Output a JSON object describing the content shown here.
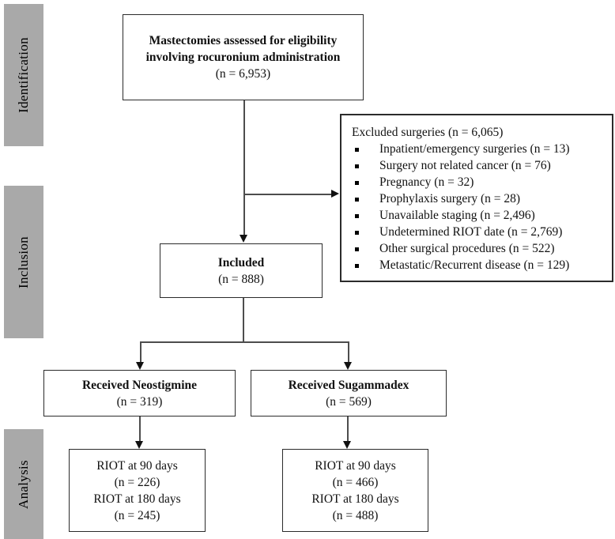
{
  "diagram": {
    "stages": {
      "identification": "Identification",
      "inclusion": "Inclusion",
      "analysis": "Analysis"
    },
    "boxes": {
      "assessed": {
        "title_line1": "Mastectomies assessed for eligibility",
        "title_line2": "involving rocuronium administration",
        "n": "(n = 6,953)"
      },
      "excluded": {
        "title_bold": "Excluded surgeries (",
        "title_rest": "n = 6,065)",
        "items": [
          "Inpatient/emergency surgeries (n = 13)",
          "Surgery not related cancer (n = 76)",
          "Pregnancy (n = 32)",
          "Prophylaxis surgery (n = 28)",
          "Unavailable staging (n = 2,496)",
          "Undetermined RIOT date (n = 2,769)",
          "Other surgical procedures (n = 522)",
          "Metastatic/Recurrent disease (n = 129)"
        ]
      },
      "included": {
        "title": "Included",
        "n": "(n = 888)"
      },
      "neostigmine": {
        "title": "Received Neostigmine",
        "n": "(n = 319)"
      },
      "sugammadex": {
        "title": "Received Sugammadex",
        "n": "(n = 569)"
      },
      "riot_neostigmine": {
        "line1": "RIOT at 90 days",
        "line2": "(n = 226)",
        "line3": "RIOT at 180 days",
        "line4": "(n = 245)"
      },
      "riot_sugammadex": {
        "line1": "RIOT at 90 days",
        "line2": "(n = 466)",
        "line3": "RIOT at 180 days",
        "line4": "(n = 488)"
      }
    },
    "colors": {
      "stage_bar": "#a9a9a9",
      "box_border": "#2b2b2b",
      "connector": "#4d4d4d",
      "background": "#ffffff"
    }
  }
}
